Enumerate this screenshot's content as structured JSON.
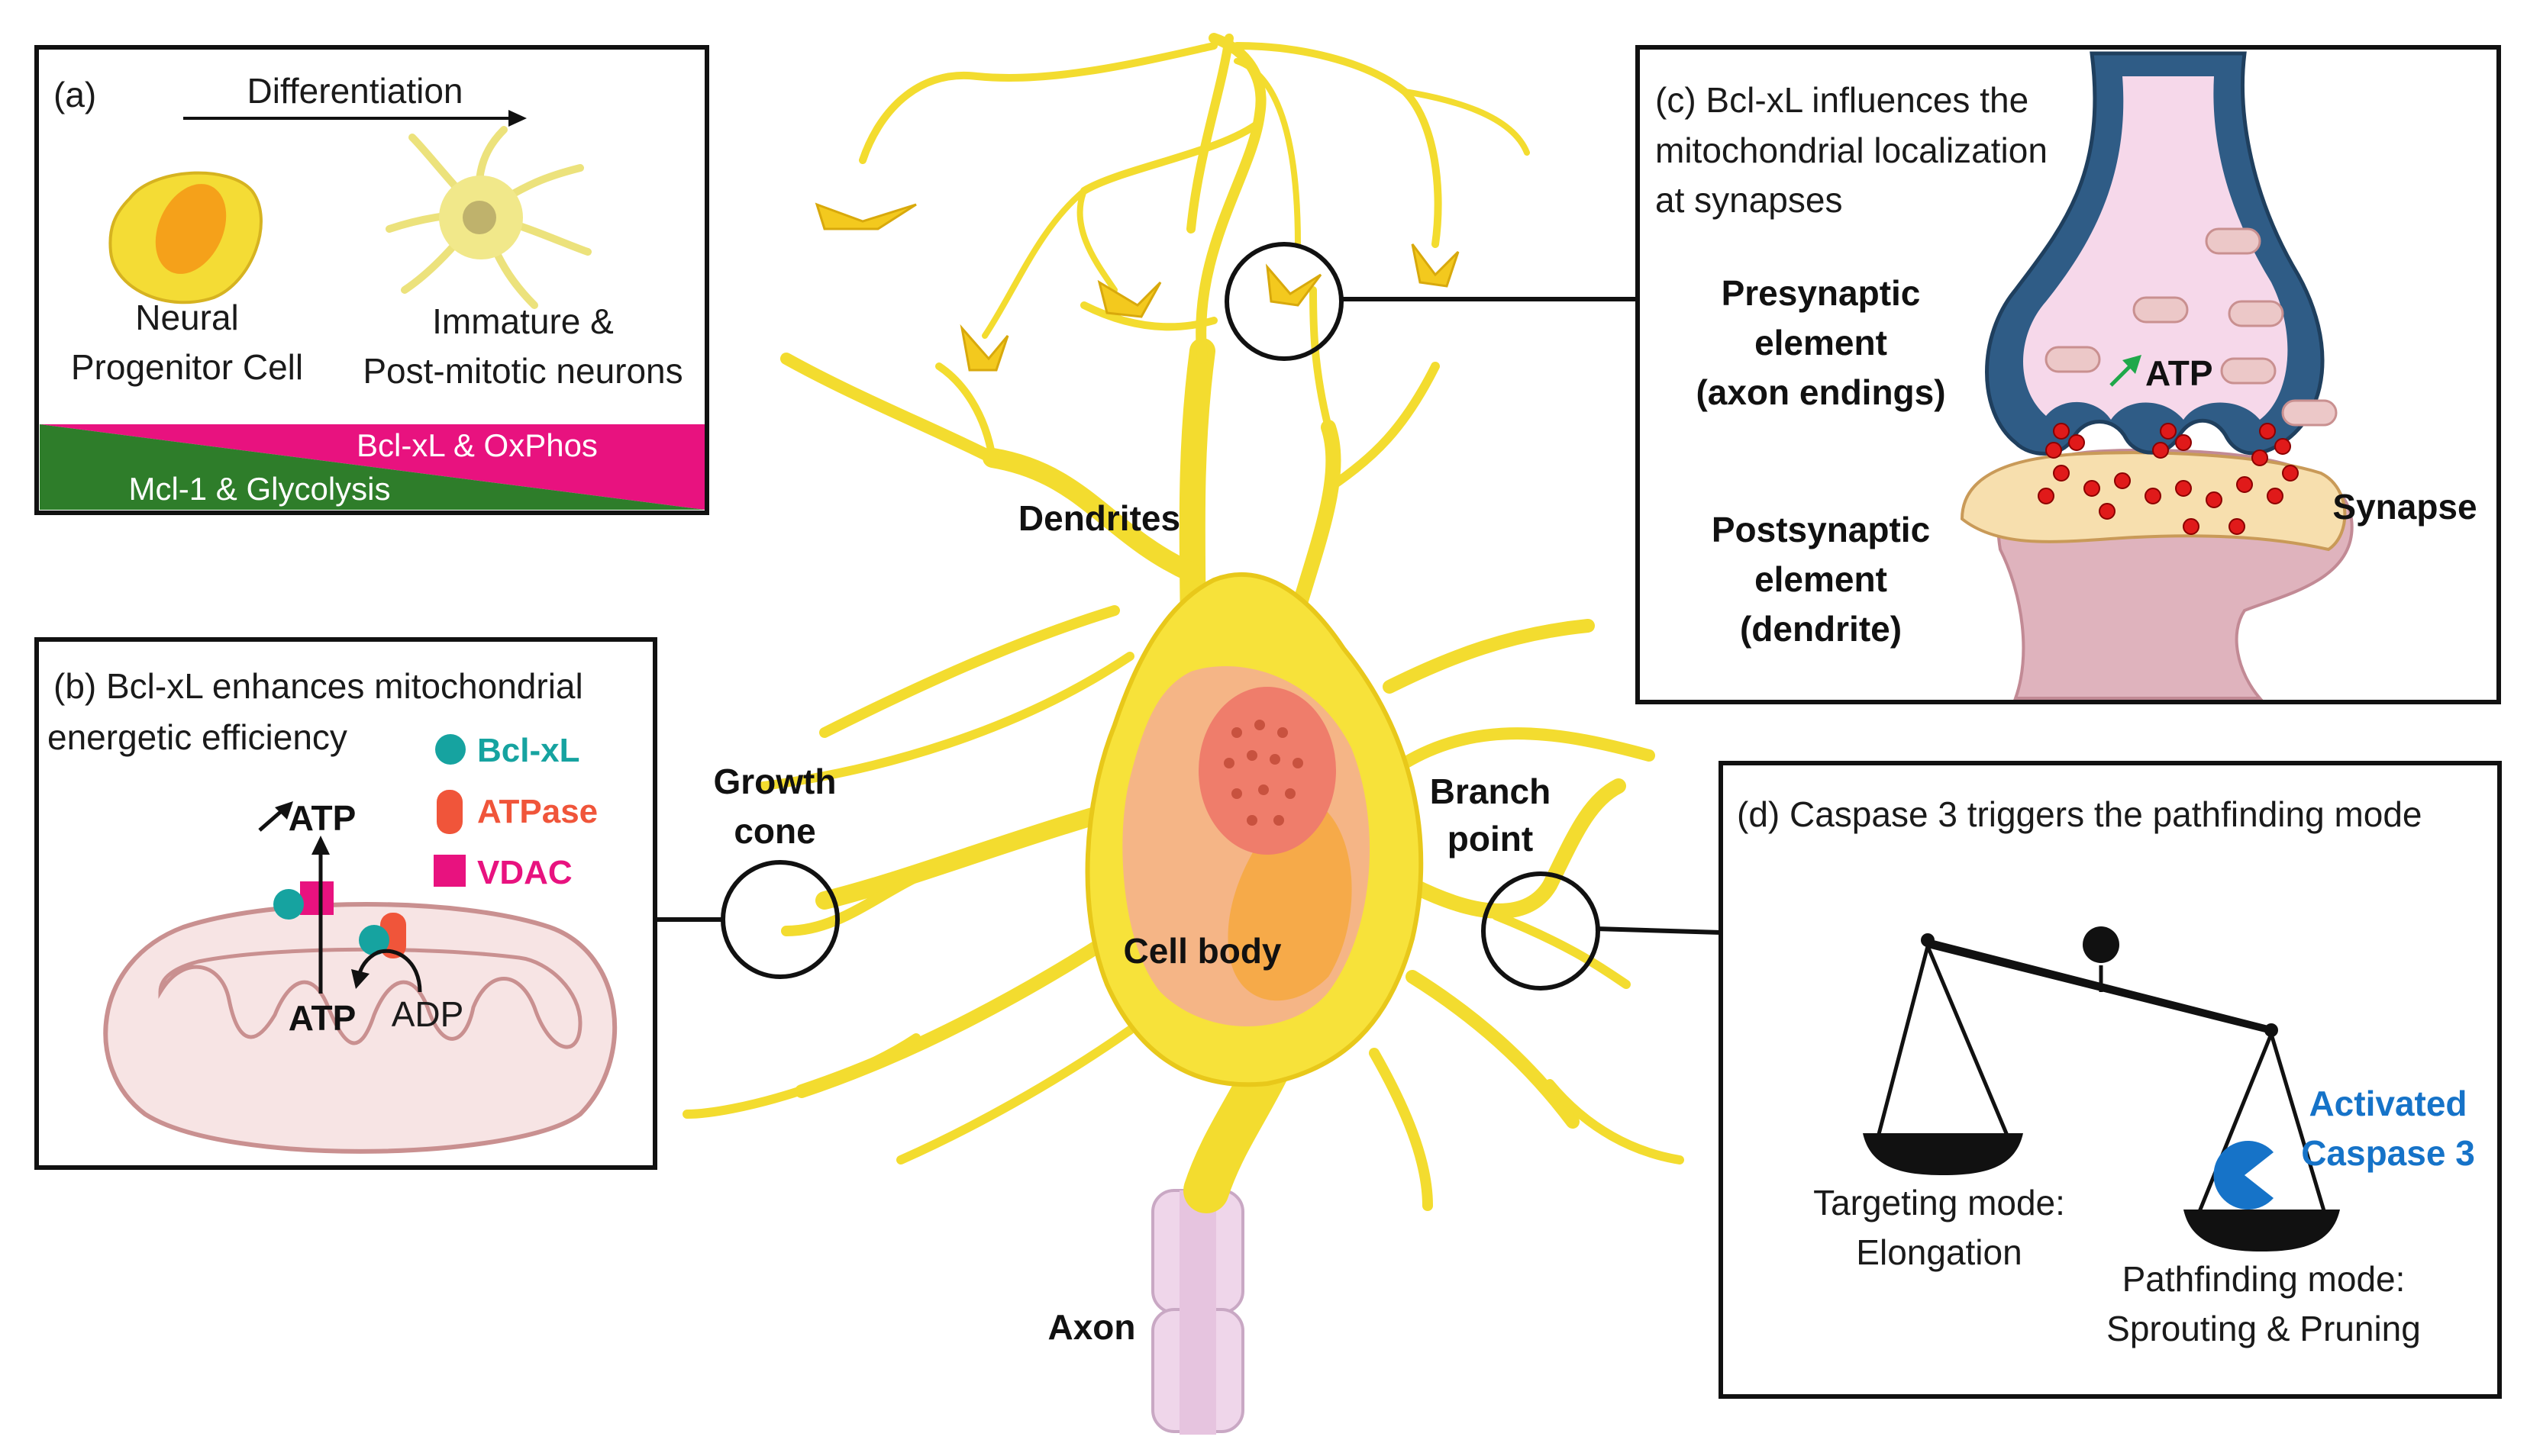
{
  "panel_a": {
    "label": "(a)",
    "arrow_label": "Differentiation",
    "cell1_label_l1": "Neural",
    "cell1_label_l2": "Progenitor Cell",
    "cell2_label_l1": "Immature &",
    "cell2_label_l2": "Post-mitotic neurons",
    "bar_top_label": "Bcl-xL & OxPhos",
    "bar_bottom_label": "Mcl-1 & Glycolysis",
    "bar_top_color": "#e8127f",
    "bar_bottom_color": "#2e7d2a"
  },
  "panel_b": {
    "title_l1": "(b) Bcl-xL enhances mitochondrial",
    "title_l2": "energetic efficiency",
    "legend": [
      {
        "label": "Bcl-xL",
        "color": "#16a3a0",
        "icon": "teal-circle-icon"
      },
      {
        "label": "ATPase",
        "color": "#f0553a",
        "icon": "atpase-icon"
      },
      {
        "label": "VDAC",
        "color": "#e8127f",
        "icon": "magenta-square-icon"
      }
    ],
    "atp_top": "ATP",
    "atp_bottom": "ATP",
    "adp": "ADP"
  },
  "panel_c": {
    "title_l1": "(c) Bcl-xL influences the",
    "title_l2": "mitochondrial localization",
    "title_l3": "at synapses",
    "pre_l1": "Presynaptic",
    "pre_l2": "element",
    "pre_l3": "(axon endings)",
    "post_l1": "Postsynaptic",
    "post_l2": "element",
    "post_l3": "(dendrite)",
    "atp": "ATP",
    "synapse": "Synapse",
    "atp_color": "#1fa84a"
  },
  "panel_d": {
    "title": "(d) Caspase 3 triggers the pathfinding mode",
    "activated_l1": "Activated",
    "activated_l2": "Caspase 3",
    "left_l1": "Targeting mode:",
    "left_l2": "Elongation",
    "right_l1": "Pathfinding mode:",
    "right_l2": "Sprouting & Pruning",
    "caspase_color": "#1673c8"
  },
  "neuron": {
    "dendrites": "Dendrites",
    "growth_l1": "Growth",
    "growth_l2": "cone",
    "branch_l1": "Branch",
    "branch_l2": "point",
    "cell_body": "Cell body",
    "axon": "Axon",
    "body_color": "#f7e23a"
  }
}
